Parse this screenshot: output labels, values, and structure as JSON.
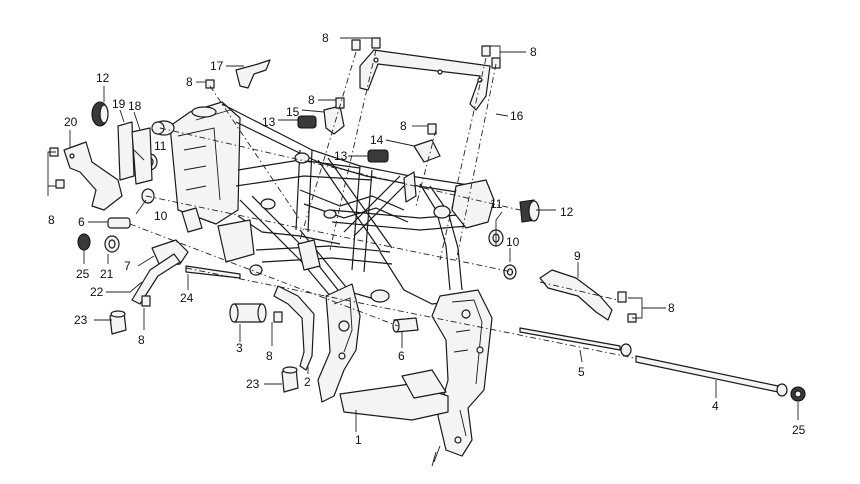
{
  "callouts": {
    "c1": "1",
    "c2": "2",
    "c3": "3",
    "c4": "4",
    "c5": "5",
    "c6a": "6",
    "c6b": "6",
    "c7": "7",
    "c8a": "8",
    "c8b": "8",
    "c8c": "8",
    "c8d": "8",
    "c8e": "8",
    "c8f": "8",
    "c8g": "8",
    "c8h": "8",
    "c8i": "8",
    "c9": "9",
    "c10a": "10",
    "c10b": "10",
    "c11a": "11",
    "c11b": "11",
    "c12a": "12",
    "c12b": "12",
    "c13a": "13",
    "c13b": "13",
    "c14": "14",
    "c15": "15",
    "c16": "16",
    "c17": "17",
    "c18": "18",
    "c19": "19",
    "c20": "20",
    "c21": "21",
    "c22": "22",
    "c23a": "23",
    "c23b": "23",
    "c24": "24",
    "c25a": "25",
    "c25b": "25"
  }
}
